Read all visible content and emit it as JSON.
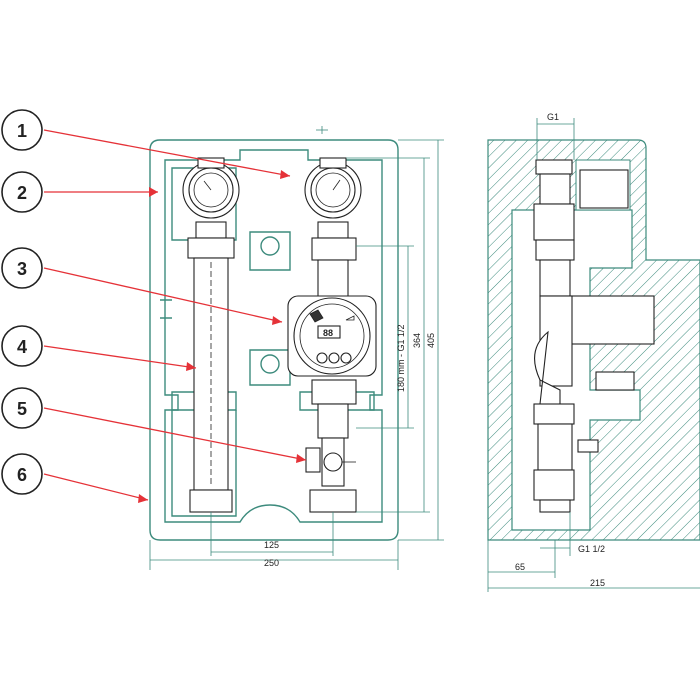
{
  "callouts": [
    {
      "label": "1"
    },
    {
      "label": "2"
    },
    {
      "label": "3"
    },
    {
      "label": "4"
    },
    {
      "label": "5"
    },
    {
      "label": "6"
    }
  ],
  "dimensions": {
    "width_250": "250",
    "width_125": "125",
    "height_405": "405",
    "height_364": "364",
    "center_distance": "180 mm - G1 1/2",
    "side_g1_top": "G1",
    "side_g1_half": "G1 1/2",
    "side_65": "65",
    "side_215": "215"
  },
  "pump_display": {
    "digits": "88"
  },
  "colors": {
    "leader": "#e53238",
    "insulation": "#3d8b7d",
    "line": "#222222"
  }
}
